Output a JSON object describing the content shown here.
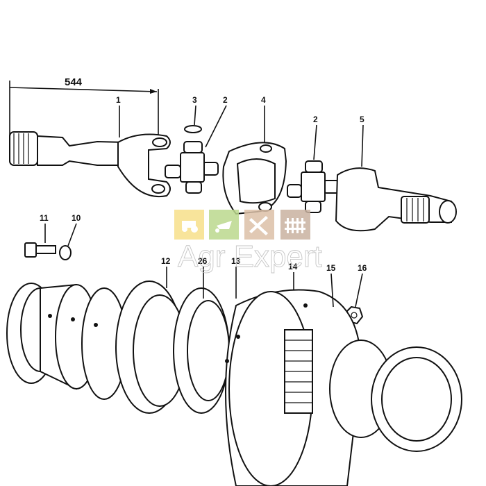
{
  "dimension": {
    "value": "544"
  },
  "callouts": [
    "1",
    "3",
    "2",
    "4",
    "2",
    "5",
    "11",
    "10",
    "12",
    "26",
    "13",
    "14",
    "15",
    "16"
  ],
  "watermark": {
    "text": "Agr Expert",
    "tiles": [
      {
        "icon": "tractor-icon",
        "color": "#f7e08a"
      },
      {
        "icon": "wheelbarrow-icon",
        "color": "#bcd98e"
      },
      {
        "icon": "tools-icon",
        "color": "#dcc0a8"
      },
      {
        "icon": "fence-icon",
        "color": "#c9b2a0"
      }
    ]
  }
}
